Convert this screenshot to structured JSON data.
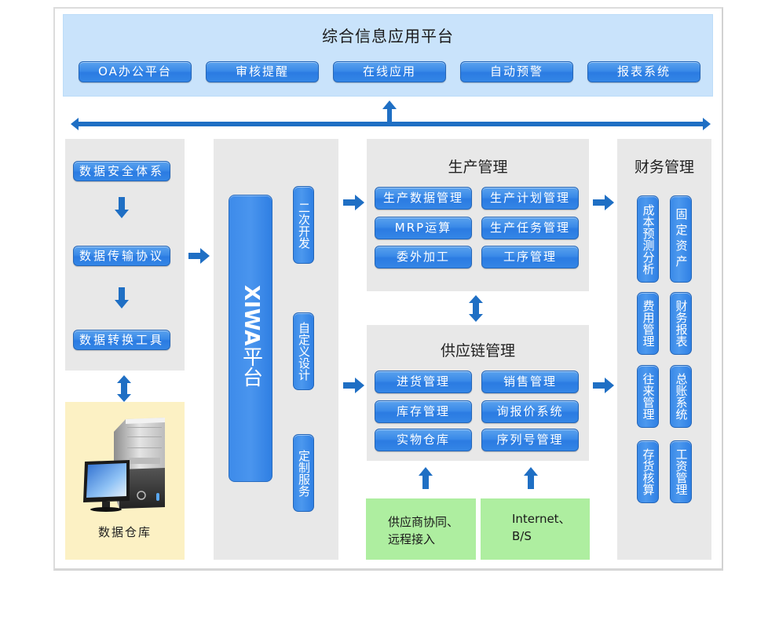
{
  "header": {
    "title": "综合信息应用平台",
    "buttons": [
      "OA办公平台",
      "审核提醒",
      "在线应用",
      "自动预警",
      "报表系统"
    ]
  },
  "data_layer": {
    "items": [
      "数据安全体系",
      "数据传输协议",
      "数据转换工具"
    ],
    "warehouse_label": "数据仓库"
  },
  "platform": {
    "name_latin": "XIWA",
    "name_cn": "平台",
    "services": [
      "二次开发",
      "自定义设计",
      "定制服务"
    ]
  },
  "production": {
    "title": "生产管理",
    "modules": [
      "生产数据管理",
      "生产计划管理",
      "MRP运算",
      "生产任务管理",
      "委外加工",
      "工序管理"
    ]
  },
  "supply_chain": {
    "title": "供应链管理",
    "modules": [
      "进货管理",
      "销售管理",
      "库存管理",
      "询报价系统",
      "实物仓库",
      "序列号管理"
    ]
  },
  "external": {
    "supplier": [
      "供应商协同、",
      "远程接入"
    ],
    "internet": [
      "Internet、",
      "B/S"
    ]
  },
  "finance": {
    "title": "财务管理",
    "modules": [
      "成本预测分析",
      "固定资产",
      "费用管理",
      "财务报表",
      "往来管理",
      "总账系统",
      "存货核算",
      "工资管理"
    ]
  },
  "colors": {
    "accent_blue": "#2f80e4",
    "arrow_blue": "#1f6fc4",
    "top_panel": "#c9e3fb",
    "section_grey": "#e8e8e8",
    "warehouse_yellow": "#fcf1c4",
    "external_green": "#aeeea0"
  }
}
